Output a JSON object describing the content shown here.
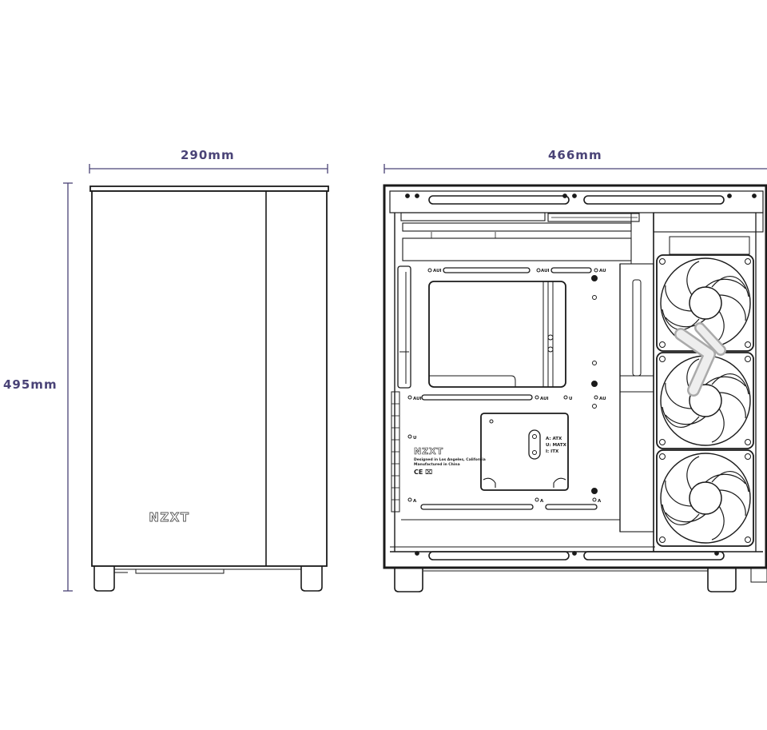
{
  "dimensions": {
    "width": "290mm",
    "depth": "466mm",
    "height": "495mm"
  },
  "front": {
    "logo": "NZXT"
  },
  "side": {
    "label_logo": "NZXT",
    "label_line1": "Designed in Los Angeles, California",
    "label_line2": "Manufactured in China",
    "label_marks": "CE ⌧",
    "legend_a": "A: ATX",
    "legend_u": "U: MATX",
    "legend_i": "I: ITX",
    "mark_aui": "AUI",
    "mark_au": "AU",
    "mark_u": "U",
    "mark_a": "A"
  },
  "colors": {
    "dimension_text": "#4a4377",
    "line": "#1a1a1a"
  }
}
